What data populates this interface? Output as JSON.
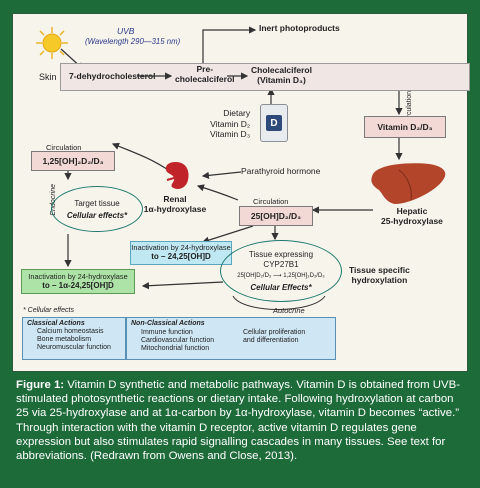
{
  "diagram": {
    "uvb_title": "UVB",
    "uvb_wavelength": "(Wavelength 290—315 nm)",
    "inert": "Inert photoproducts",
    "skin": "Skin",
    "dehydro": "7-dehydrocholesterol",
    "pre_chol": "Pre-\ncholecalciferol",
    "chol": "Cholecalciferol\n(Vitamin D₃)",
    "dietary": "Dietary\nVitamin D₂\nVitamin D₃",
    "pill_letter": "D",
    "circulation_v": "Circulation",
    "vit_d2d3": "Vitamin D₂/D₃",
    "circulation_1": "Circulation",
    "d125": "1,25[OH]₂D₂/D₃",
    "endocrine": "Endocrine",
    "target": "Target tissue",
    "cellular_effects_star": "Cellular effects*",
    "renal": "Renal\n1α-hydroxylase",
    "pth": "Parathyroid hormone",
    "circulation_2": "Circulation",
    "d25": "25[OH]D₂/D₃",
    "hepatic": "Hepatic\n25-hydroxylase",
    "inact_24_1": "Inactivation by 24-hydroxylase",
    "inact_24_1b": "to – 24,25[OH]D",
    "tissue_expr": "Tissue expressing\nCYP27B1",
    "conv": "25[OH]D₂/D₃ ⟶ 1,25[OH]₂D₂/D₃",
    "cell_eff_2": "Cellular Effects*",
    "autocrine": "Autocrine",
    "tissue_specific": "Tissue specific\nhydroxylation",
    "inact_24_2": "Inactivation by 24-hydroxylase",
    "inact_24_2b": "to – 1α-24,25[OH]D",
    "cellular_effects_note": "* Cellular effects",
    "classical_title": "Classical Actions",
    "classical_items": [
      "Calcium homeostasis",
      "Bone metabolism",
      "Neuromuscular function"
    ],
    "nonclassical_title": "Non-Classical Actions",
    "nonclassical_items": [
      "Immune function",
      "Cardiovascular function",
      "Mitochondrial function"
    ],
    "nonclassical_items2": [
      "Cellular proliferation",
      "and differentiation"
    ]
  },
  "caption": {
    "label": "Figure 1:",
    "text": " Vitamin D synthetic and metabolic pathways. Vitamin D is obtained from UVB-stimulated photosynthetic reactions or dietary intake. Following hydroxylation at carbon 25 via 25-hydroxylase and at 1α-carbon by 1α-hydroxylase, vitamin D becomes “active.” Through interaction with the vitamin D receptor, active vitamin D regulates gene expression but also stimulates rapid signalling cascades in many tissues. See text for abbreviations. (Redrawn from Owens and Close, 2013)."
  },
  "colors": {
    "page_bg": "#1e6b3a",
    "panel_bg": "#f7f4ec",
    "green_box": "#aee3a7",
    "cyan_box": "#bfe8f2",
    "teal_outline": "#1f7a6d"
  }
}
